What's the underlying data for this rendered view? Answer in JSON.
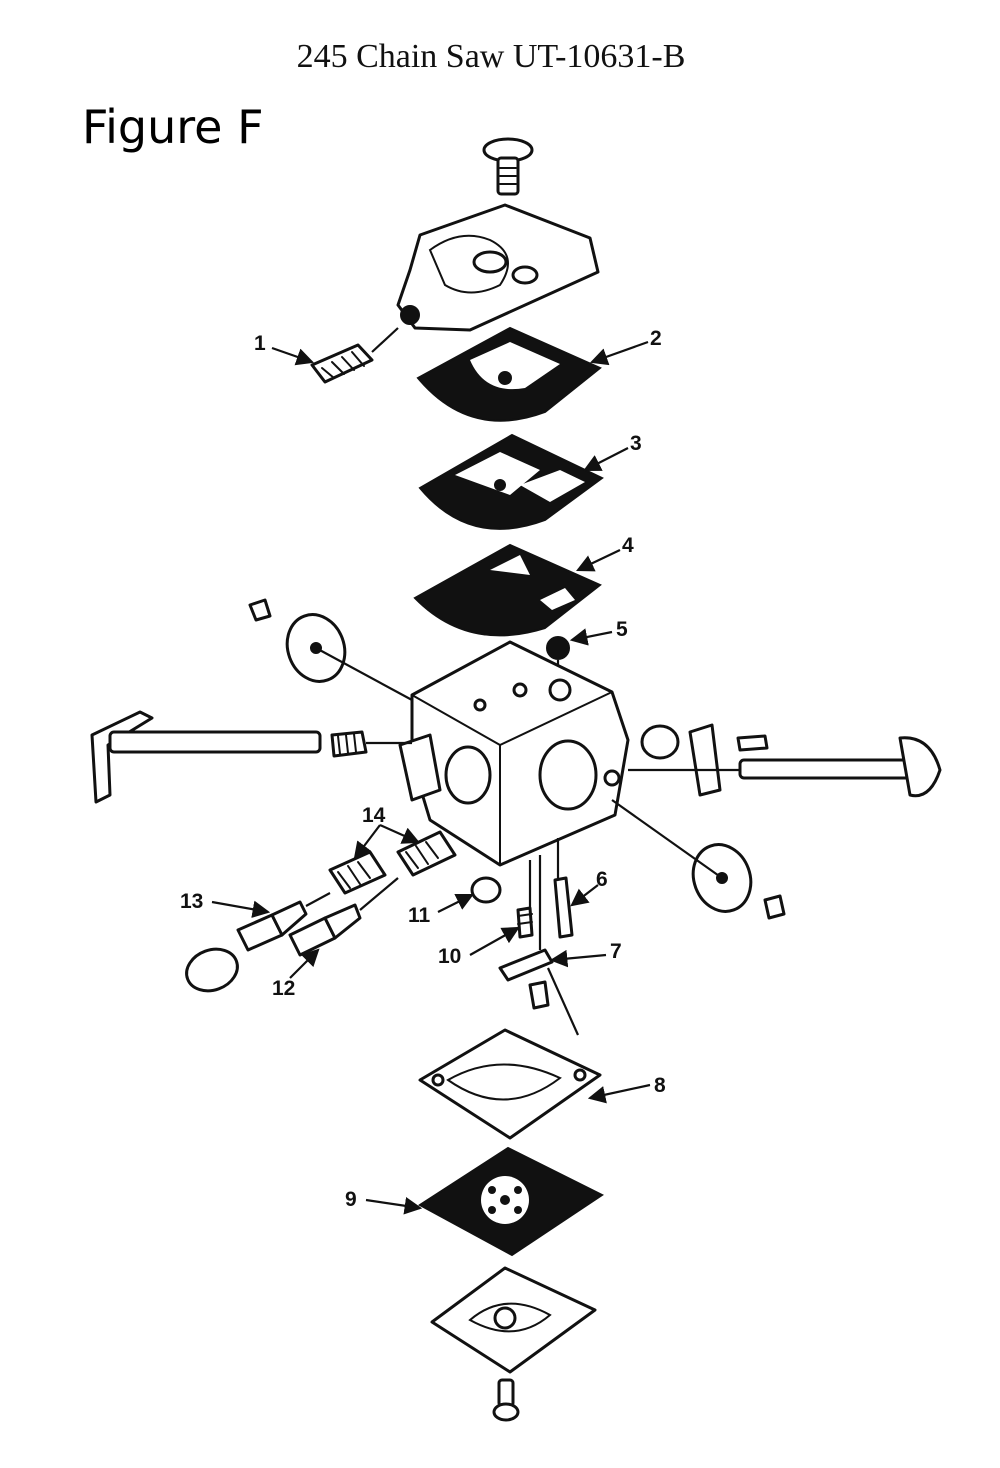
{
  "header": {
    "title": "245 Chain Saw UT-10631-B"
  },
  "figure": {
    "label": "Figure F"
  },
  "callouts": {
    "c1": "1",
    "c2": "2",
    "c3": "3",
    "c4": "4",
    "c5": "5",
    "c6": "6",
    "c7": "7",
    "c8": "8",
    "c9": "9",
    "c10": "10",
    "c11": "11",
    "c12": "12",
    "c13": "13",
    "c14": "14"
  }
}
